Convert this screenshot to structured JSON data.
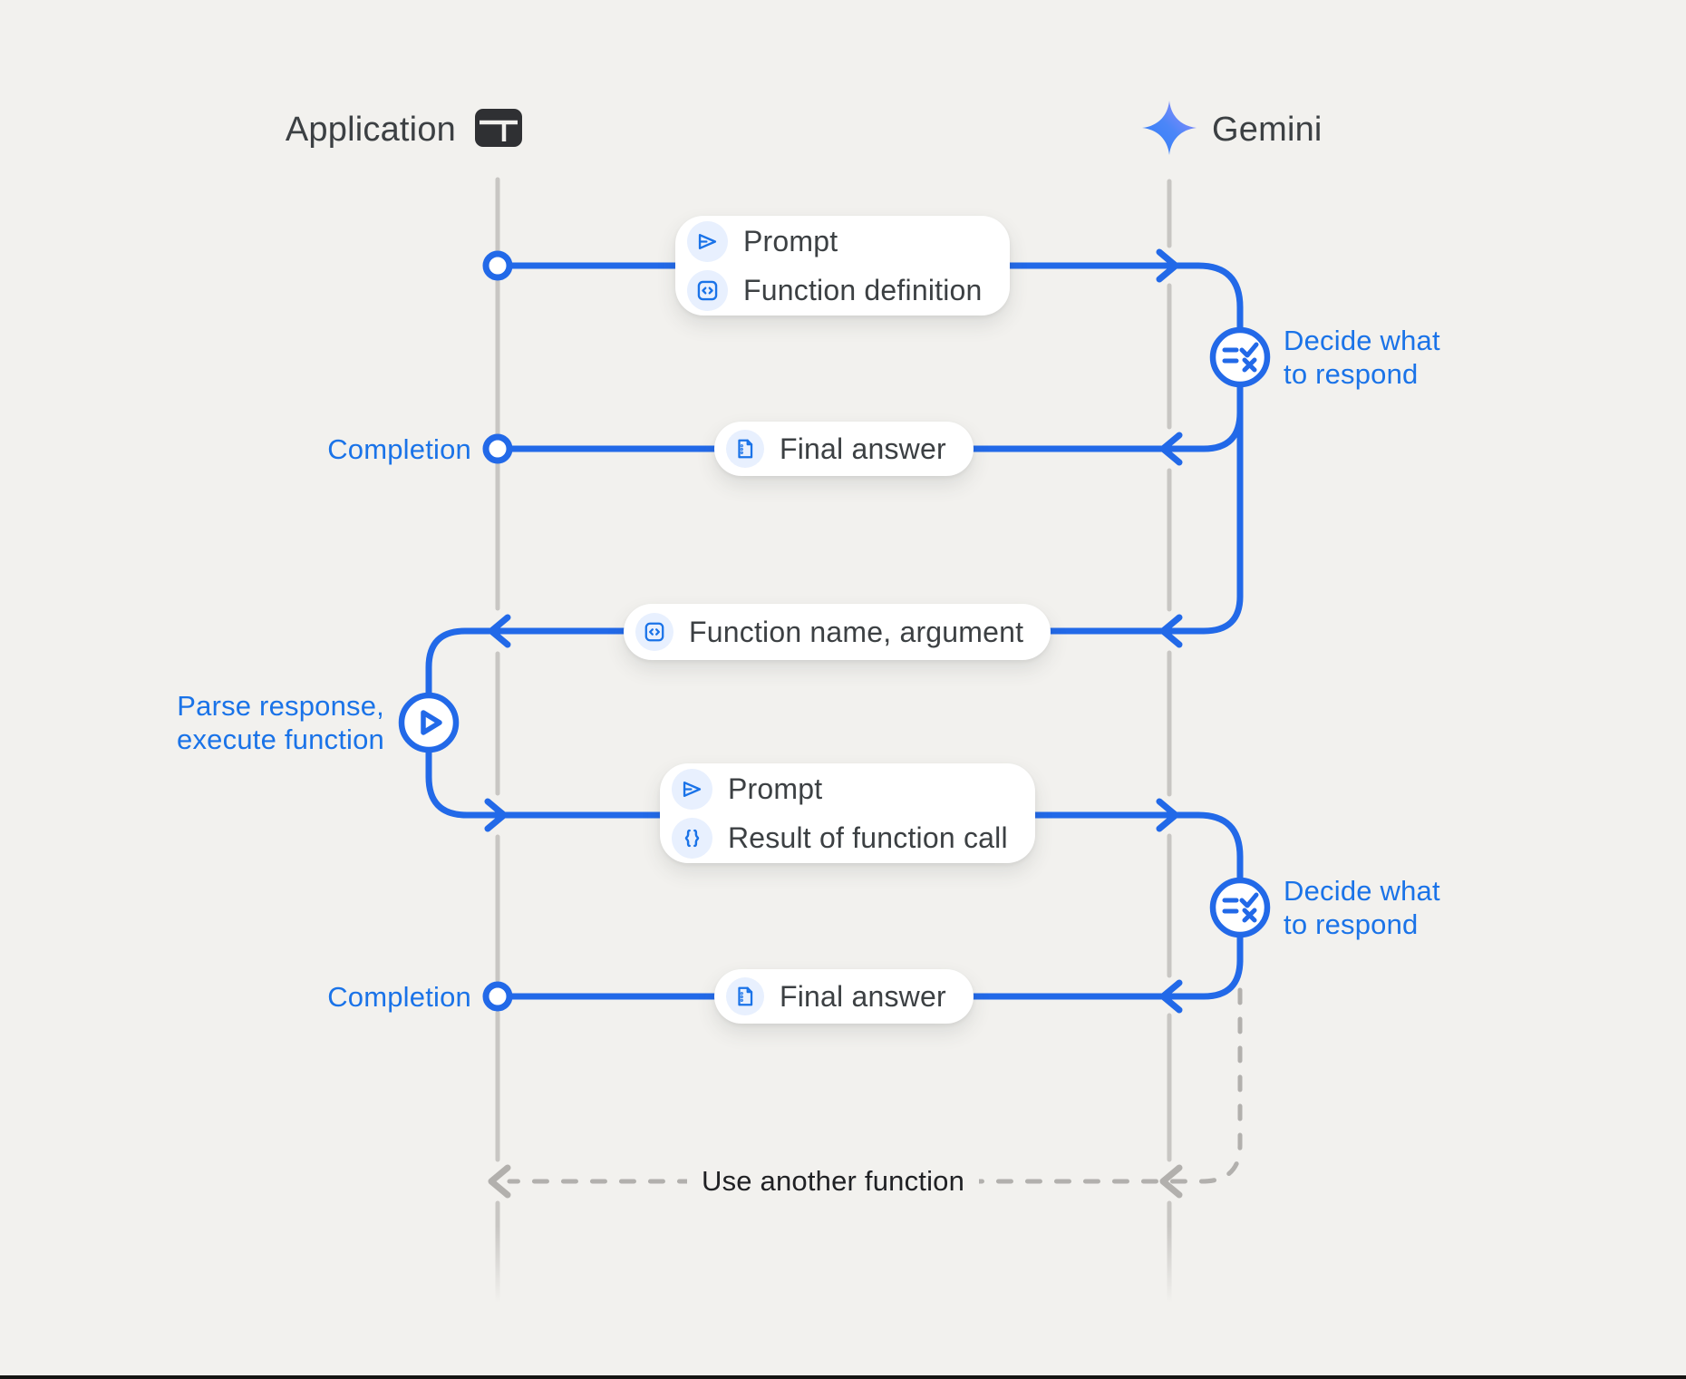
{
  "page": {
    "background": "#f2f1ee",
    "line_blue": "#2269e8",
    "text_blue": "#1a73e8",
    "icon_blue": "#1a73e8",
    "icon_chip_bg": "#e8f0fe",
    "dark_text": "#3c4043",
    "loop_text": "#202124",
    "lifeline_gray": "#c8c6c3",
    "dashed_gray": "#b2b0ad"
  },
  "actors": {
    "application": {
      "label": "Application",
      "icon": "app-window-icon"
    },
    "gemini": {
      "label": "Gemini",
      "icon": "gemini-sparkle-icon"
    }
  },
  "messages": {
    "prompt_function_definition": {
      "items": [
        {
          "icon": "send-icon",
          "label": "Prompt"
        },
        {
          "icon": "code-icon",
          "label": "Function definition"
        }
      ]
    },
    "final_answer_1": {
      "items": [
        {
          "icon": "document-icon",
          "label": "Final answer"
        }
      ]
    },
    "function_name_argument": {
      "items": [
        {
          "icon": "code-icon",
          "label": "Function name,  argument"
        }
      ]
    },
    "prompt_result": {
      "items": [
        {
          "icon": "send-icon",
          "label": "Prompt"
        },
        {
          "icon": "braces-icon",
          "label": "Result of function call"
        }
      ]
    },
    "final_answer_2": {
      "items": [
        {
          "icon": "document-icon",
          "label": "Final answer"
        }
      ]
    }
  },
  "annotations": {
    "completion_1": "Completion",
    "completion_2": "Completion",
    "decide_1": {
      "line1": "Decide what",
      "line2": "to respond",
      "icon": "decision-checklist-icon"
    },
    "decide_2": {
      "line1": "Decide what",
      "line2": "to respond",
      "icon": "decision-checklist-icon"
    },
    "parse": {
      "line1": "Parse response,",
      "line2": "execute function",
      "icon": "play-icon"
    },
    "loop": "Use another function"
  }
}
